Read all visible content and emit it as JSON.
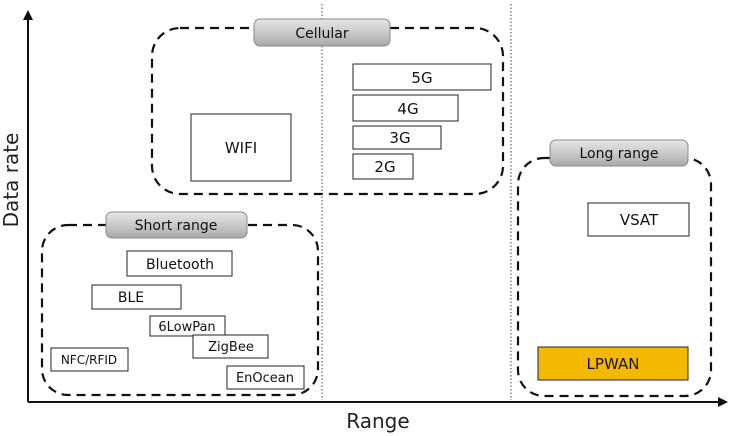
{
  "axes": {
    "x_label": "Range",
    "y_label": "Data rate"
  },
  "groups": {
    "cellular": "Cellular",
    "short_range": "Short range",
    "long_range": "Long range"
  },
  "technologies": {
    "wifi": "WIFI",
    "g5": "5G",
    "g4": "4G",
    "g3": "3G",
    "g2": "2G",
    "bluetooth": "Bluetooth",
    "ble": "BLE",
    "sixlowpan": "6LowPan",
    "zigbee": "ZigBee",
    "nfc_rfid": "NFC/RFID",
    "enocean": "EnOcean",
    "vsat": "VSAT",
    "lpwan": "LPWAN"
  },
  "colors": {
    "lpwan_fill": "#f5b800",
    "pill_fill": "#c8c8c8",
    "line": "#111111"
  }
}
